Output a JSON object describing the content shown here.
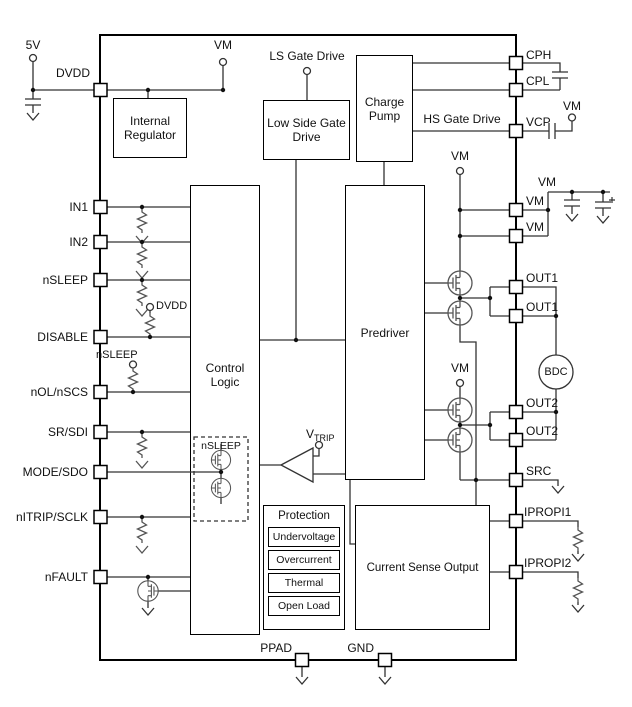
{
  "chip": {
    "pins_left": [
      {
        "label": "DVDD"
      },
      {
        "label": "IN1"
      },
      {
        "label": "IN2"
      },
      {
        "label": "nSLEEP"
      },
      {
        "label": "DISABLE"
      },
      {
        "label": "nOL/nSCS"
      },
      {
        "label": "SR/SDI"
      },
      {
        "label": "MODE/SDO"
      },
      {
        "label": "nITRIP/SCLK"
      },
      {
        "label": "nFAULT"
      }
    ],
    "pins_right": [
      {
        "label": "CPH"
      },
      {
        "label": "CPL"
      },
      {
        "label": "VCP"
      },
      {
        "label": "VM"
      },
      {
        "label": "VM"
      },
      {
        "label": "OUT1"
      },
      {
        "label": "OUT1"
      },
      {
        "label": "OUT2"
      },
      {
        "label": "OUT2"
      },
      {
        "label": "SRC"
      },
      {
        "label": "IPROPI1"
      },
      {
        "label": "IPROPI2"
      }
    ],
    "pins_bottom": [
      {
        "label": "PPAD"
      },
      {
        "label": "GND"
      }
    ]
  },
  "blocks": {
    "internal_regulator": "Internal Regulator",
    "low_side_gate_drive": "Low Side Gate Drive",
    "charge_pump": "Charge Pump",
    "control_logic": "Control Logic",
    "predriver": "Predriver",
    "protection": "Protection",
    "protection_items": [
      {
        "label": "Undervoltage"
      },
      {
        "label": "Overcurrent"
      },
      {
        "label": "Thermal"
      },
      {
        "label": "Open Load"
      }
    ],
    "current_sense_output": "Current Sense Output"
  },
  "labels": {
    "supply_5v": "5V",
    "vm_top": "VM",
    "ls_gate_drive": "LS Gate Drive",
    "hs_gate_drive": "HS Gate Drive",
    "vm_vcp": "VM",
    "vm_bulk": "VM",
    "vm_bridge1": "VM",
    "vm_bridge2": "VM",
    "dvdd_pullup": "DVDD",
    "nsleep_pullup": "nSLEEP",
    "nsleep_switches": "nSLEEP",
    "vtrip_base": "V",
    "vtrip_sub": "TRIP",
    "motor": "BDC"
  },
  "colors": {
    "wire": "#333333",
    "symbol": "#555555",
    "ink": "#000000",
    "background": "#ffffff"
  }
}
